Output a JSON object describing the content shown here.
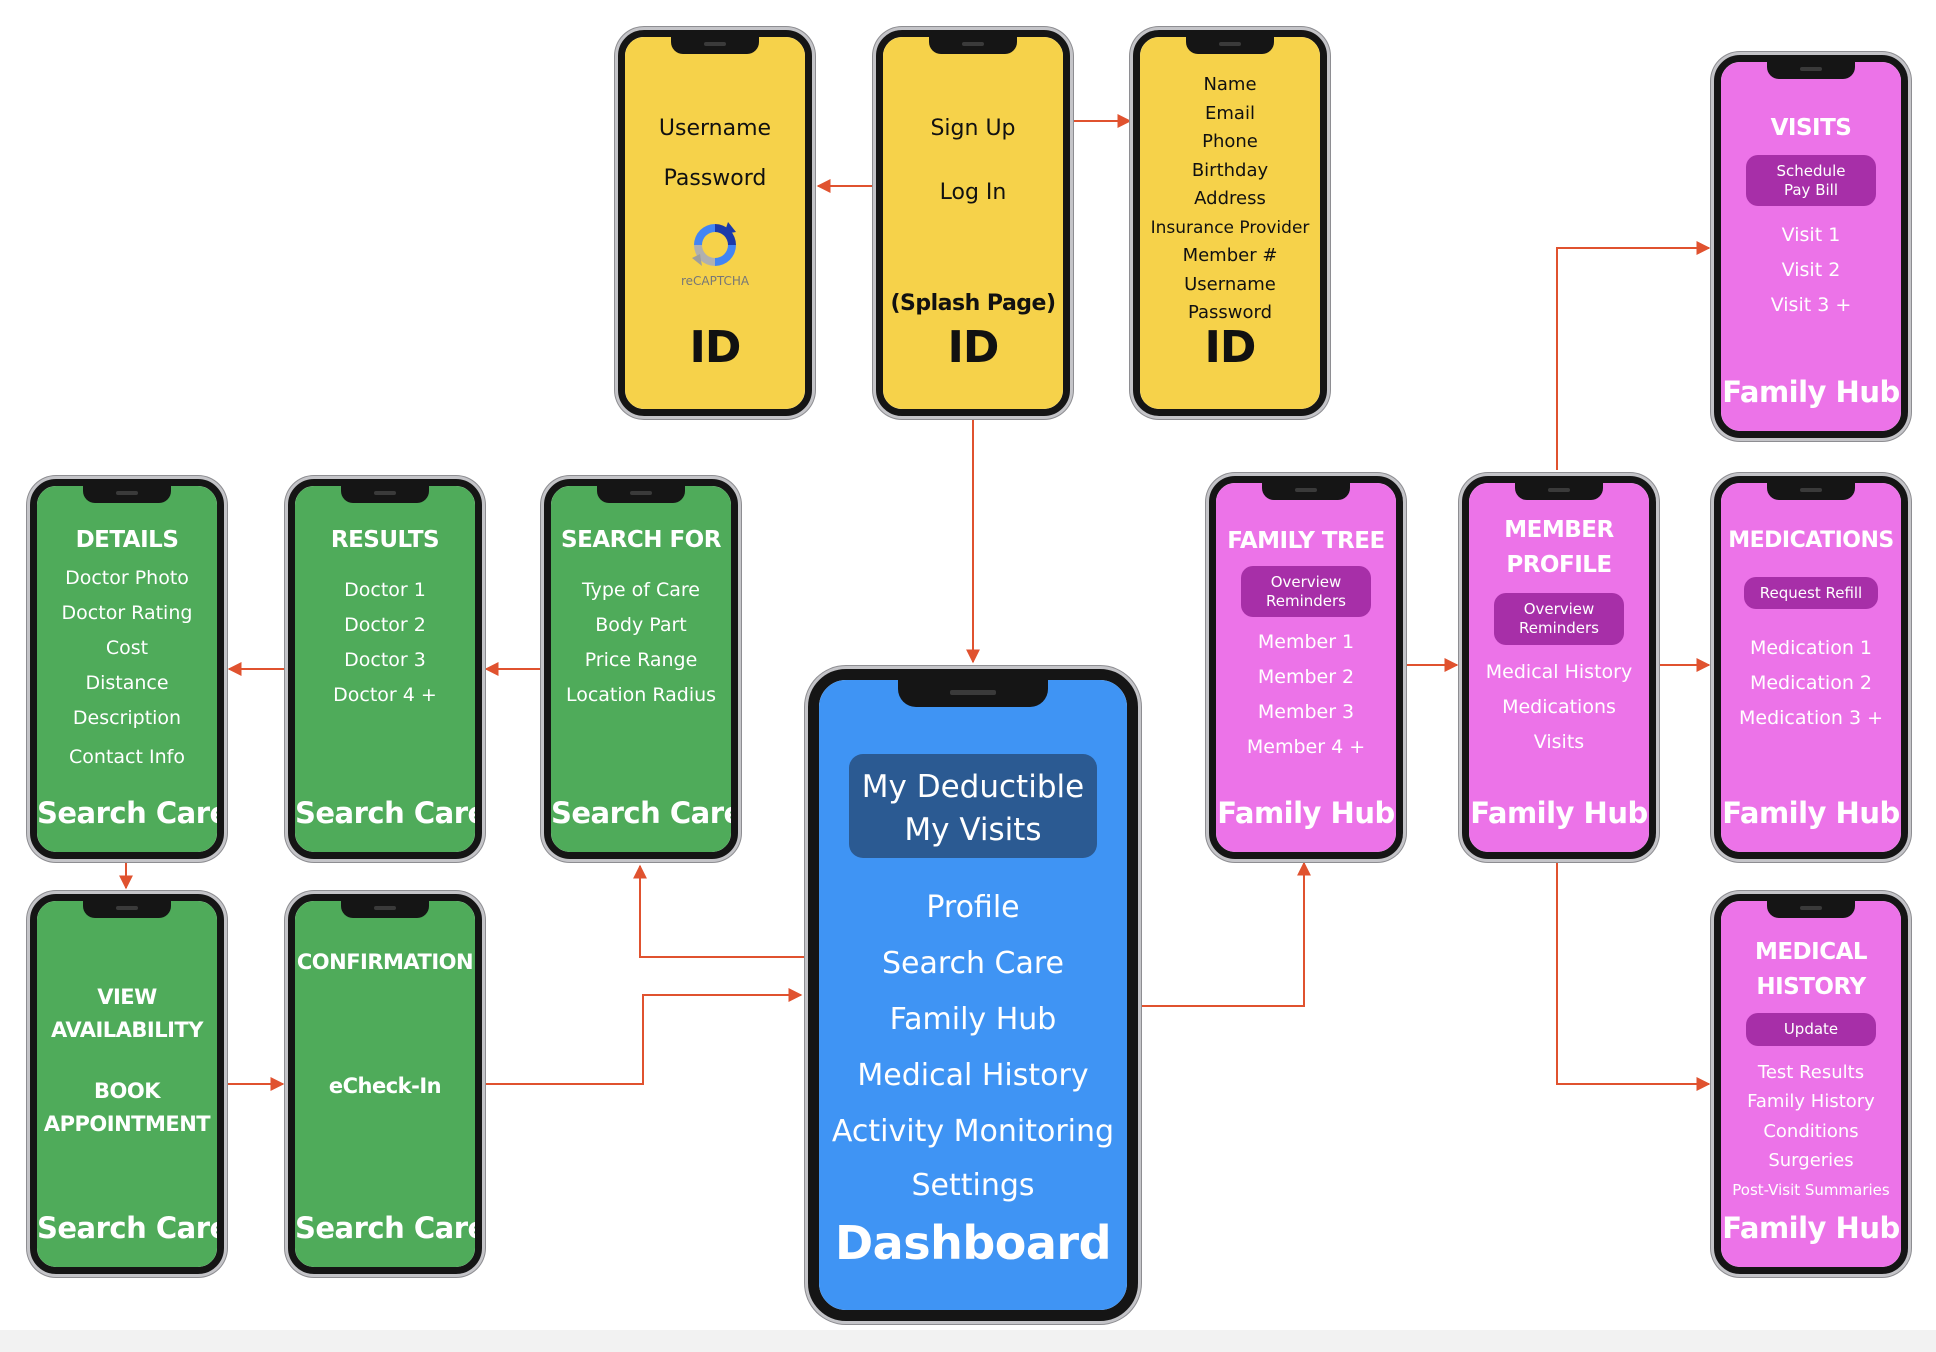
{
  "auth": {
    "login": {
      "items": [
        "Username",
        "Password"
      ],
      "captcha_label": "reCAPTCHA",
      "footer": "ID"
    },
    "splash": {
      "items": [
        "Sign Up",
        "Log In"
      ],
      "subtitle": "(Splash Page)",
      "footer": "ID"
    },
    "signup": {
      "items": [
        "Name",
        "Email",
        "Phone",
        "Birthday",
        "Address",
        "Insurance Provider",
        "Member #",
        "Username",
        "Password"
      ],
      "footer": "ID"
    }
  },
  "search_care": {
    "search_for": {
      "title": "SEARCH FOR",
      "items": [
        "Type of Care",
        "Body Part",
        "Price Range",
        "Location Radius"
      ],
      "footer": "Search Care"
    },
    "results": {
      "title": "RESULTS",
      "items": [
        "Doctor 1",
        "Doctor 2",
        "Doctor 3",
        "Doctor 4 +"
      ],
      "footer": "Search Care"
    },
    "details": {
      "title": "DETAILS",
      "items": [
        "Doctor Photo",
        "Doctor Rating",
        "Cost",
        "Distance",
        "Description",
        "Contact Info"
      ],
      "footer": "Search Care"
    },
    "availability": {
      "title_line1": "VIEW",
      "title_line2": "AVAILABILITY",
      "book_line1": "BOOK",
      "book_line2": "APPOINTMENT",
      "footer": "Search Care"
    },
    "confirmation": {
      "title": "CONFIRMATION",
      "item": "eCheck-In",
      "footer": "Search Care"
    }
  },
  "dashboard": {
    "highlight": [
      "My Deductible",
      "My Visits"
    ],
    "items": [
      "Profile",
      "Search Care",
      "Family Hub",
      "Medical History",
      "Activity Monitoring",
      "Settings"
    ],
    "footer": "Dashboard"
  },
  "family_hub": {
    "family_tree": {
      "title": "FAMILY TREE",
      "pill": [
        "Overview",
        "Reminders"
      ],
      "items": [
        "Member 1",
        "Member 2",
        "Member 3",
        "Member 4 +"
      ],
      "footer": "Family Hub"
    },
    "member_profile": {
      "title_line1": "MEMBER",
      "title_line2": "PROFILE",
      "pill": [
        "Overview",
        "Reminders"
      ],
      "items": [
        "Medical History",
        "Medications",
        "Visits"
      ],
      "footer": "Family Hub"
    },
    "visits": {
      "title": "VISITS",
      "pill": [
        "Schedule",
        "Pay Bill"
      ],
      "items": [
        "Visit 1",
        "Visit 2",
        "Visit 3 +"
      ],
      "footer": "Family Hub"
    },
    "medications": {
      "title": "MEDICATIONS",
      "pill": "Request Refill",
      "items": [
        "Medication 1",
        "Medication 2",
        "Medication 3 +"
      ],
      "footer": "Family Hub"
    },
    "medical_history": {
      "title_line1": "MEDICAL",
      "title_line2": "HISTORY",
      "pill": "Update",
      "items": [
        "Test Results",
        "Family History",
        "Conditions",
        "Surgeries",
        "Post-Visit Summaries"
      ],
      "footer": "Family Hub"
    }
  },
  "colors": {
    "yellow_screen": "#f6d24a",
    "green_screen": "#4fab5a",
    "pink_screen": "#ec73e8",
    "blue_screen": "#3f94f4",
    "pill": "#a72fa8",
    "dashboard_highlight": "#2b5a92",
    "arrow": "#e0522f"
  }
}
